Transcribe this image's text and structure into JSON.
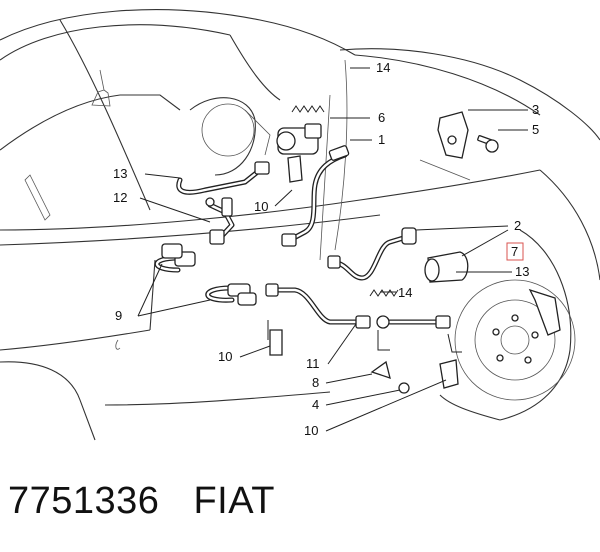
{
  "caption": {
    "part_number": "7751336",
    "brand": "FIAT"
  },
  "callouts": {
    "c14_top": "14",
    "c6": "6",
    "c1": "1",
    "c3": "3",
    "c5": "5",
    "c13_left": "13",
    "c12": "12",
    "c10_upper": "10",
    "c2": "2",
    "c7": "7",
    "c13_right": "13",
    "c14_mid": "14",
    "c9": "9",
    "c10_mid": "10",
    "c11": "11",
    "c8": "8",
    "c4": "4",
    "c10_bottom": "10"
  },
  "highlight_color": "#d9534f"
}
